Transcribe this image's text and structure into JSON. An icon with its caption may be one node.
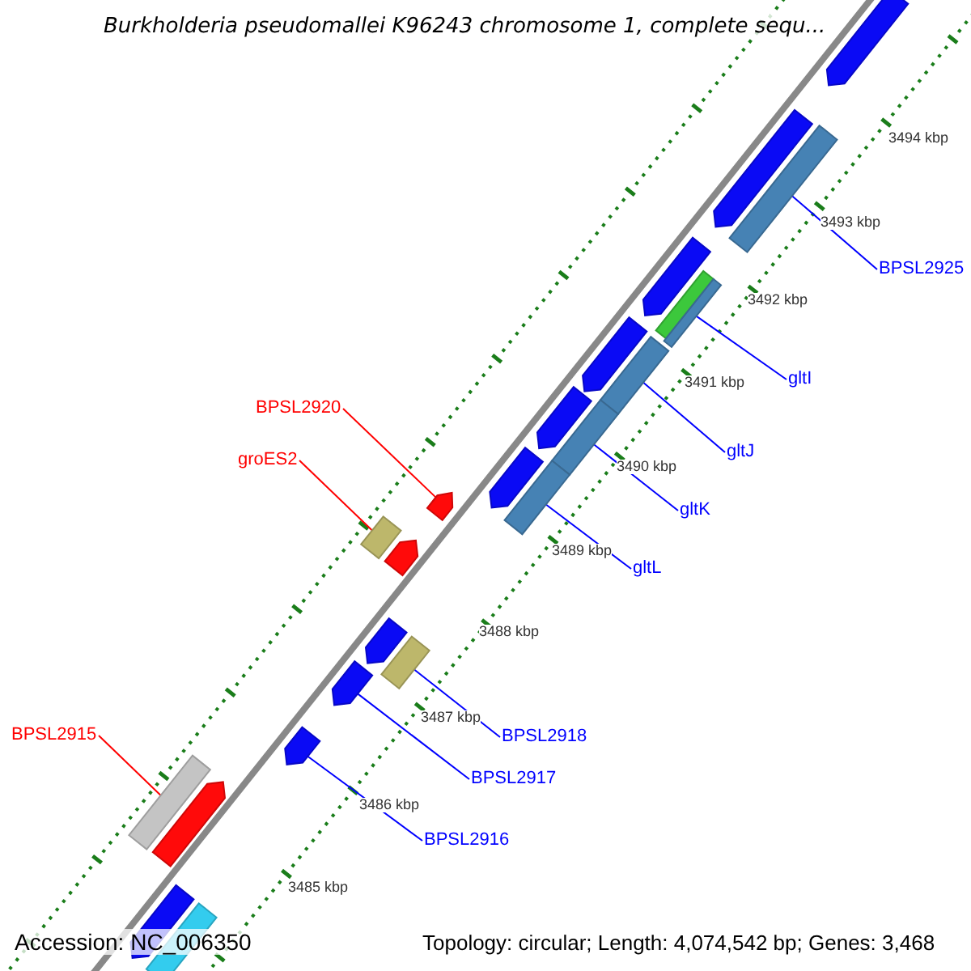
{
  "diagram": {
    "title": "Burkholderia pseudomallei K96243 chromosome 1, complete sequ...",
    "nodes": [
      {
        "text": [
          "BPSL2925"
        ]
      },
      {
        "text": [
          "gltI"
        ]
      },
      {
        "text": [
          "BPSL2920"
        ]
      },
      {
        "text": [
          "gltJ"
        ]
      },
      {
        "text": [
          "groES2"
        ]
      },
      {
        "text": [
          "gltK"
        ]
      },
      {
        "text": [
          "gltL"
        ]
      },
      {
        "text": [
          "BPSL2915"
        ]
      },
      {
        "text": [
          "BPSL2918"
        ]
      },
      {
        "text": [
          "BPSL2917"
        ]
      },
      {
        "text": [
          "BPSL2916"
        ]
      },
      {
        "text": [],
        "shape": "pentagon"
      },
      {
        "text": [],
        "shape": "pentagon"
      },
      {
        "text": [],
        "shape": "bar"
      },
      {
        "text": [],
        "shape": "pentagon"
      },
      {
        "text": [],
        "shape": "bar"
      },
      {
        "text": [],
        "shape": "bar"
      },
      {
        "text": [],
        "shape": "pentagon"
      },
      {
        "text": [],
        "shape": "bar"
      },
      {
        "text": [],
        "shape": "pentagon"
      },
      {
        "text": [],
        "shape": "bar"
      },
      {
        "text": [],
        "shape": "pentagon"
      },
      {
        "text": [],
        "shape": "bar"
      },
      {
        "text": [],
        "shape": "pentagon"
      },
      {
        "text": [],
        "shape": "bar"
      },
      {
        "text": [],
        "shape": "pentagon"
      },
      {
        "text": [],
        "shape": "pentagon"
      },
      {
        "text": [],
        "shape": "bar"
      },
      {
        "text": [],
        "shape": "pentagon"
      },
      {
        "text": [],
        "shape": "pentagon"
      },
      {
        "text": [],
        "shape": "bar"
      },
      {
        "text": [],
        "shape": "pentagon"
      },
      {
        "text": [],
        "shape": "pentagon"
      },
      {
        "text": [],
        "shape": "bar"
      }
    ],
    "edges": [
      {
        "from": 0,
        "to": 13,
        "arrow": "none"
      },
      {
        "from": 1,
        "to": 16,
        "arrow": "none"
      },
      {
        "from": 2,
        "to": 23,
        "arrow": "none",
        "color": "#ff0000"
      },
      {
        "from": 3,
        "to": 18,
        "arrow": "none"
      },
      {
        "from": 4,
        "to": 24,
        "arrow": "none",
        "color": "#ff0000"
      },
      {
        "from": 5,
        "to": 20,
        "arrow": "none"
      },
      {
        "from": 6,
        "to": 22,
        "arrow": "none"
      },
      {
        "from": 7,
        "to": 30,
        "arrow": "none",
        "color": "#ff0000"
      },
      {
        "from": 8,
        "to": 27,
        "arrow": "none"
      },
      {
        "from": 9,
        "to": 28,
        "arrow": "none"
      },
      {
        "from": 10,
        "to": 29,
        "arrow": "none"
      }
    ],
    "labels": [
      "3494 kbp",
      "3493 kbp",
      "3492 kbp",
      "3491 kbp",
      "3490 kbp",
      "3489 kbp",
      "3488 kbp",
      "3487 kbp",
      "3486 kbp",
      "3485 kbp",
      "Accession: NC_006350",
      "Topology: circular; Length: 4,074,542 bp; Genes: 3,468"
    ]
  }
}
